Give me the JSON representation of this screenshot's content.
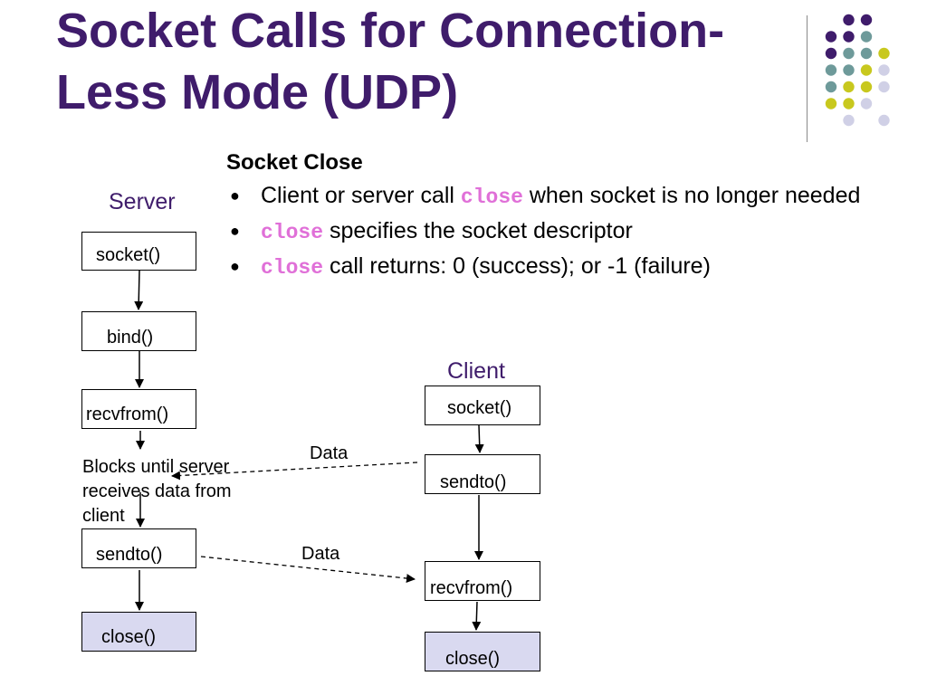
{
  "slide": {
    "title_line1": "Socket Calls for Connection-",
    "title_line2": "Less Mode (UDP)"
  },
  "content": {
    "heading": "Socket Close",
    "bullets": [
      {
        "pre": "Client or server call  ",
        "code": "close",
        "post": " when socket is no longer needed"
      },
      {
        "pre": "",
        "code": "close",
        "post": " specifies the socket descriptor"
      },
      {
        "pre": "",
        "code": "close",
        "post": " call returns: 0 (success); or -1 (failure)"
      }
    ]
  },
  "diagram": {
    "server": {
      "label": "Server",
      "steps": [
        "socket()",
        "bind()",
        "recvfrom()",
        "sendto()",
        "close()"
      ],
      "blocking_note_lines": [
        "Blocks until server",
        "receives data from",
        "client"
      ]
    },
    "client": {
      "label": "Client",
      "steps": [
        "socket()",
        "sendto()",
        "recvfrom()",
        "close()"
      ]
    },
    "messages": [
      "Data",
      "Data"
    ]
  },
  "colors": {
    "title": "#3f1c6b",
    "code": "#e070d8",
    "close_box_fill": "#d9d9f0",
    "dot_purple": "#3f1c6b",
    "dot_teal": "#6e9a9a",
    "dot_yellow": "#c8c81e",
    "dot_lavender": "#d0d0e6"
  }
}
